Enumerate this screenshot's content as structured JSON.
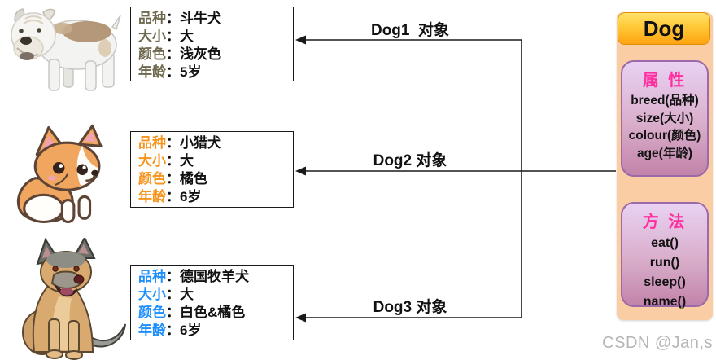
{
  "ui": {
    "colon": "："
  },
  "colors": {
    "box1_label": "#6F6A4F",
    "box2_label": "#F7941D",
    "box3_label": "#1E8FFF",
    "arrow_line": "#1a1a1a",
    "class_header_top": "#FFE16B",
    "class_header_bottom": "#FFA312",
    "class_container_bg": "#FACDA4",
    "card_gradient_top": "#E9D1F3",
    "card_gradient_bottom": "#C283A9",
    "card_border": "#9C6AA8",
    "section_title_pink": "#FF2D9E"
  },
  "object_boxes": [
    {
      "arrow_label": "Dog1  对象",
      "dog_image": "bulldog",
      "fields": [
        {
          "label": "品种",
          "value": "斗牛犬"
        },
        {
          "label": "大小",
          "value": "大"
        },
        {
          "label": "颜色",
          "value": "浅灰色"
        },
        {
          "label": "年龄",
          "value": "5岁"
        }
      ]
    },
    {
      "arrow_label": "Dog2 对象",
      "dog_image": "corgi-cartoon",
      "fields": [
        {
          "label": "品种",
          "value": "小猎犬"
        },
        {
          "label": "大小",
          "value": "大"
        },
        {
          "label": "颜色",
          "value": "橘色"
        },
        {
          "label": "年龄",
          "value": "6岁"
        }
      ]
    },
    {
      "arrow_label": "Dog3 对象",
      "dog_image": "german-shepherd",
      "fields": [
        {
          "label": "品种",
          "value": "德国牧羊犬"
        },
        {
          "label": "大小",
          "value": "大"
        },
        {
          "label": "颜色",
          "value": "白色&橘色"
        },
        {
          "label": "年龄",
          "value": "6岁"
        }
      ]
    }
  ],
  "class_box": {
    "title": "Dog",
    "attributes_title": "属 性",
    "attributes": [
      "breed(品种)",
      "size(大小)",
      "colour(颜色)",
      "age(年龄)"
    ],
    "methods_title": "方 法",
    "methods": [
      "eat()",
      "run()",
      "sleep()",
      "name()"
    ]
  },
  "watermark": "CSDN @Jan,s"
}
